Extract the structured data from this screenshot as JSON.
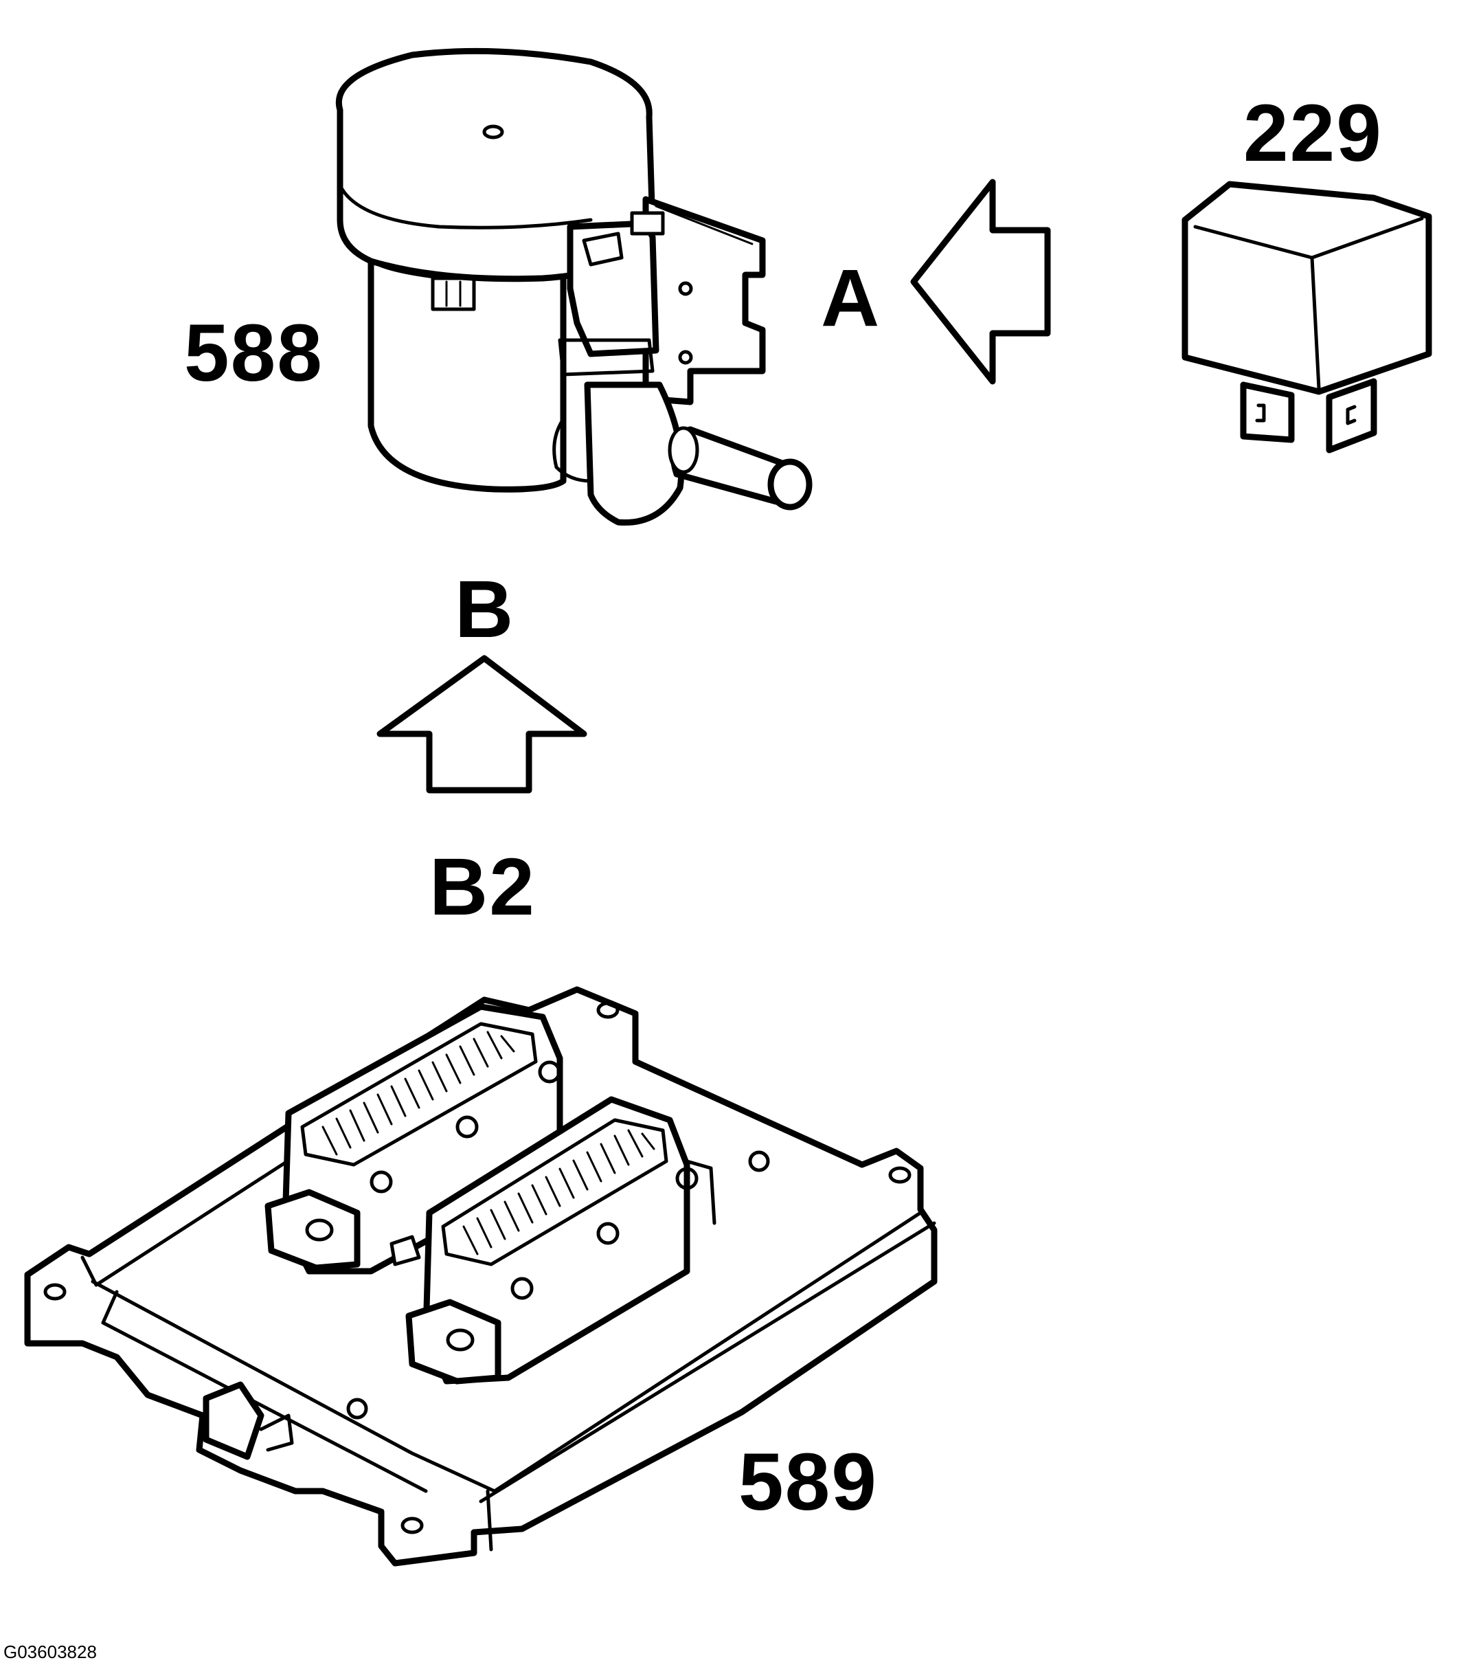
{
  "labels": {
    "part_588": "588",
    "part_229": "229",
    "part_589": "589",
    "view_a": "A",
    "view_b": "B",
    "connector_b2": "B2",
    "figure_code": "G03603828"
  },
  "colors": {
    "line": "#000000",
    "background": "#ffffff"
  },
  "icons": {
    "arrow_a": "left-arrow-icon",
    "arrow_b": "up-arrow-icon"
  }
}
